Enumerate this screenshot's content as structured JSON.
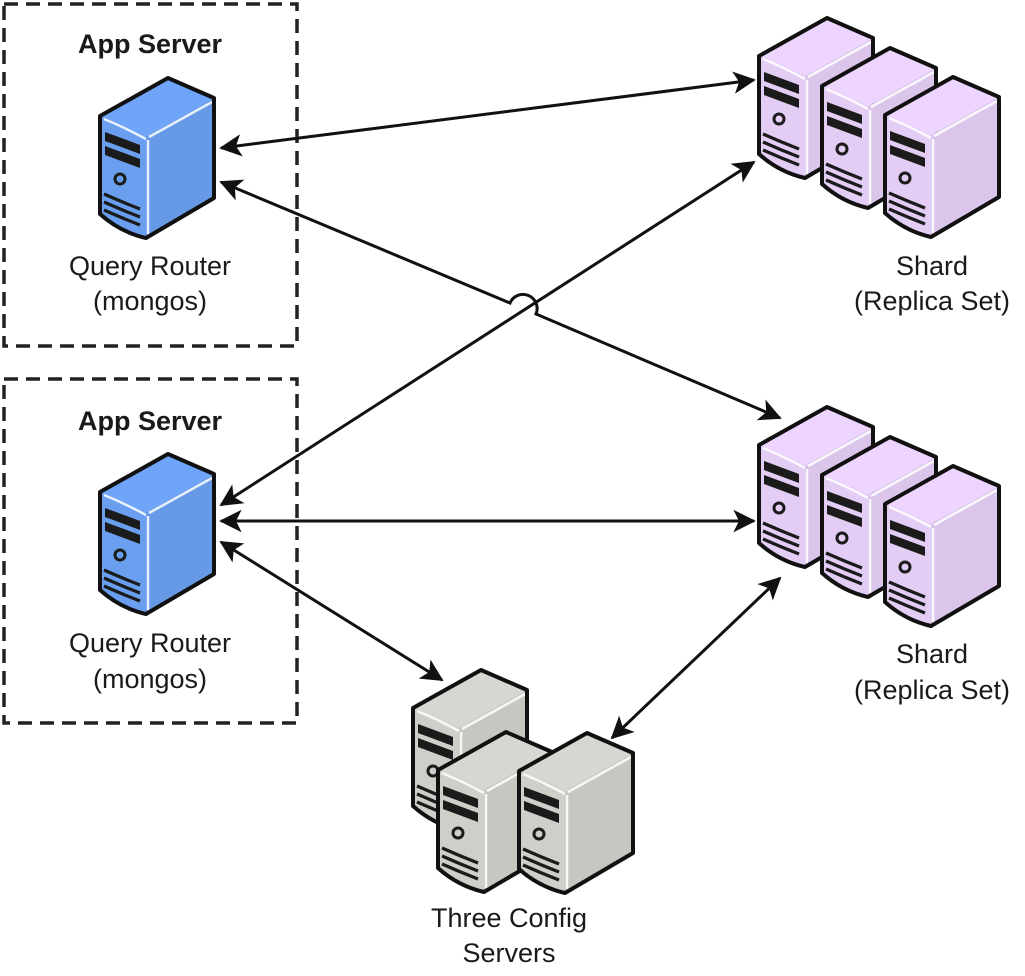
{
  "title": "MongoDB Sharded Cluster Architecture",
  "colors": {
    "router_fill": "#6a9ff0",
    "router_side": "#5d93ea",
    "shard_fill": "#e4cdf5",
    "shard_side": "#dcc3f0",
    "config_fill": "#cfcfca",
    "config_side": "#c4c4bf",
    "stroke": "#111111",
    "box_border": "#222222"
  },
  "app_servers": [
    {
      "label": "App Server",
      "router": {
        "line1": "Query Router",
        "line2": "(mongos)"
      }
    },
    {
      "label": "App Server",
      "router": {
        "line1": "Query Router",
        "line2": "(mongos)"
      }
    }
  ],
  "shards": [
    {
      "line1": "Shard",
      "line2": "(Replica Set)",
      "server_count": 3
    },
    {
      "line1": "Shard",
      "line2": "(Replica Set)",
      "server_count": 3
    }
  ],
  "config_servers": {
    "line1": "Three Config",
    "line2": "Servers",
    "server_count": 3
  },
  "connections": [
    {
      "from": "router-1",
      "to": "shard-1",
      "bidirectional": true
    },
    {
      "from": "router-1",
      "to": "shard-2",
      "bidirectional": true,
      "line_hop": true
    },
    {
      "from": "router-2",
      "to": "shard-1",
      "bidirectional": true
    },
    {
      "from": "router-2",
      "to": "shard-2",
      "bidirectional": true
    },
    {
      "from": "router-2",
      "to": "config-servers",
      "bidirectional": true
    },
    {
      "from": "config-servers",
      "to": "shard-2",
      "bidirectional": true
    }
  ]
}
